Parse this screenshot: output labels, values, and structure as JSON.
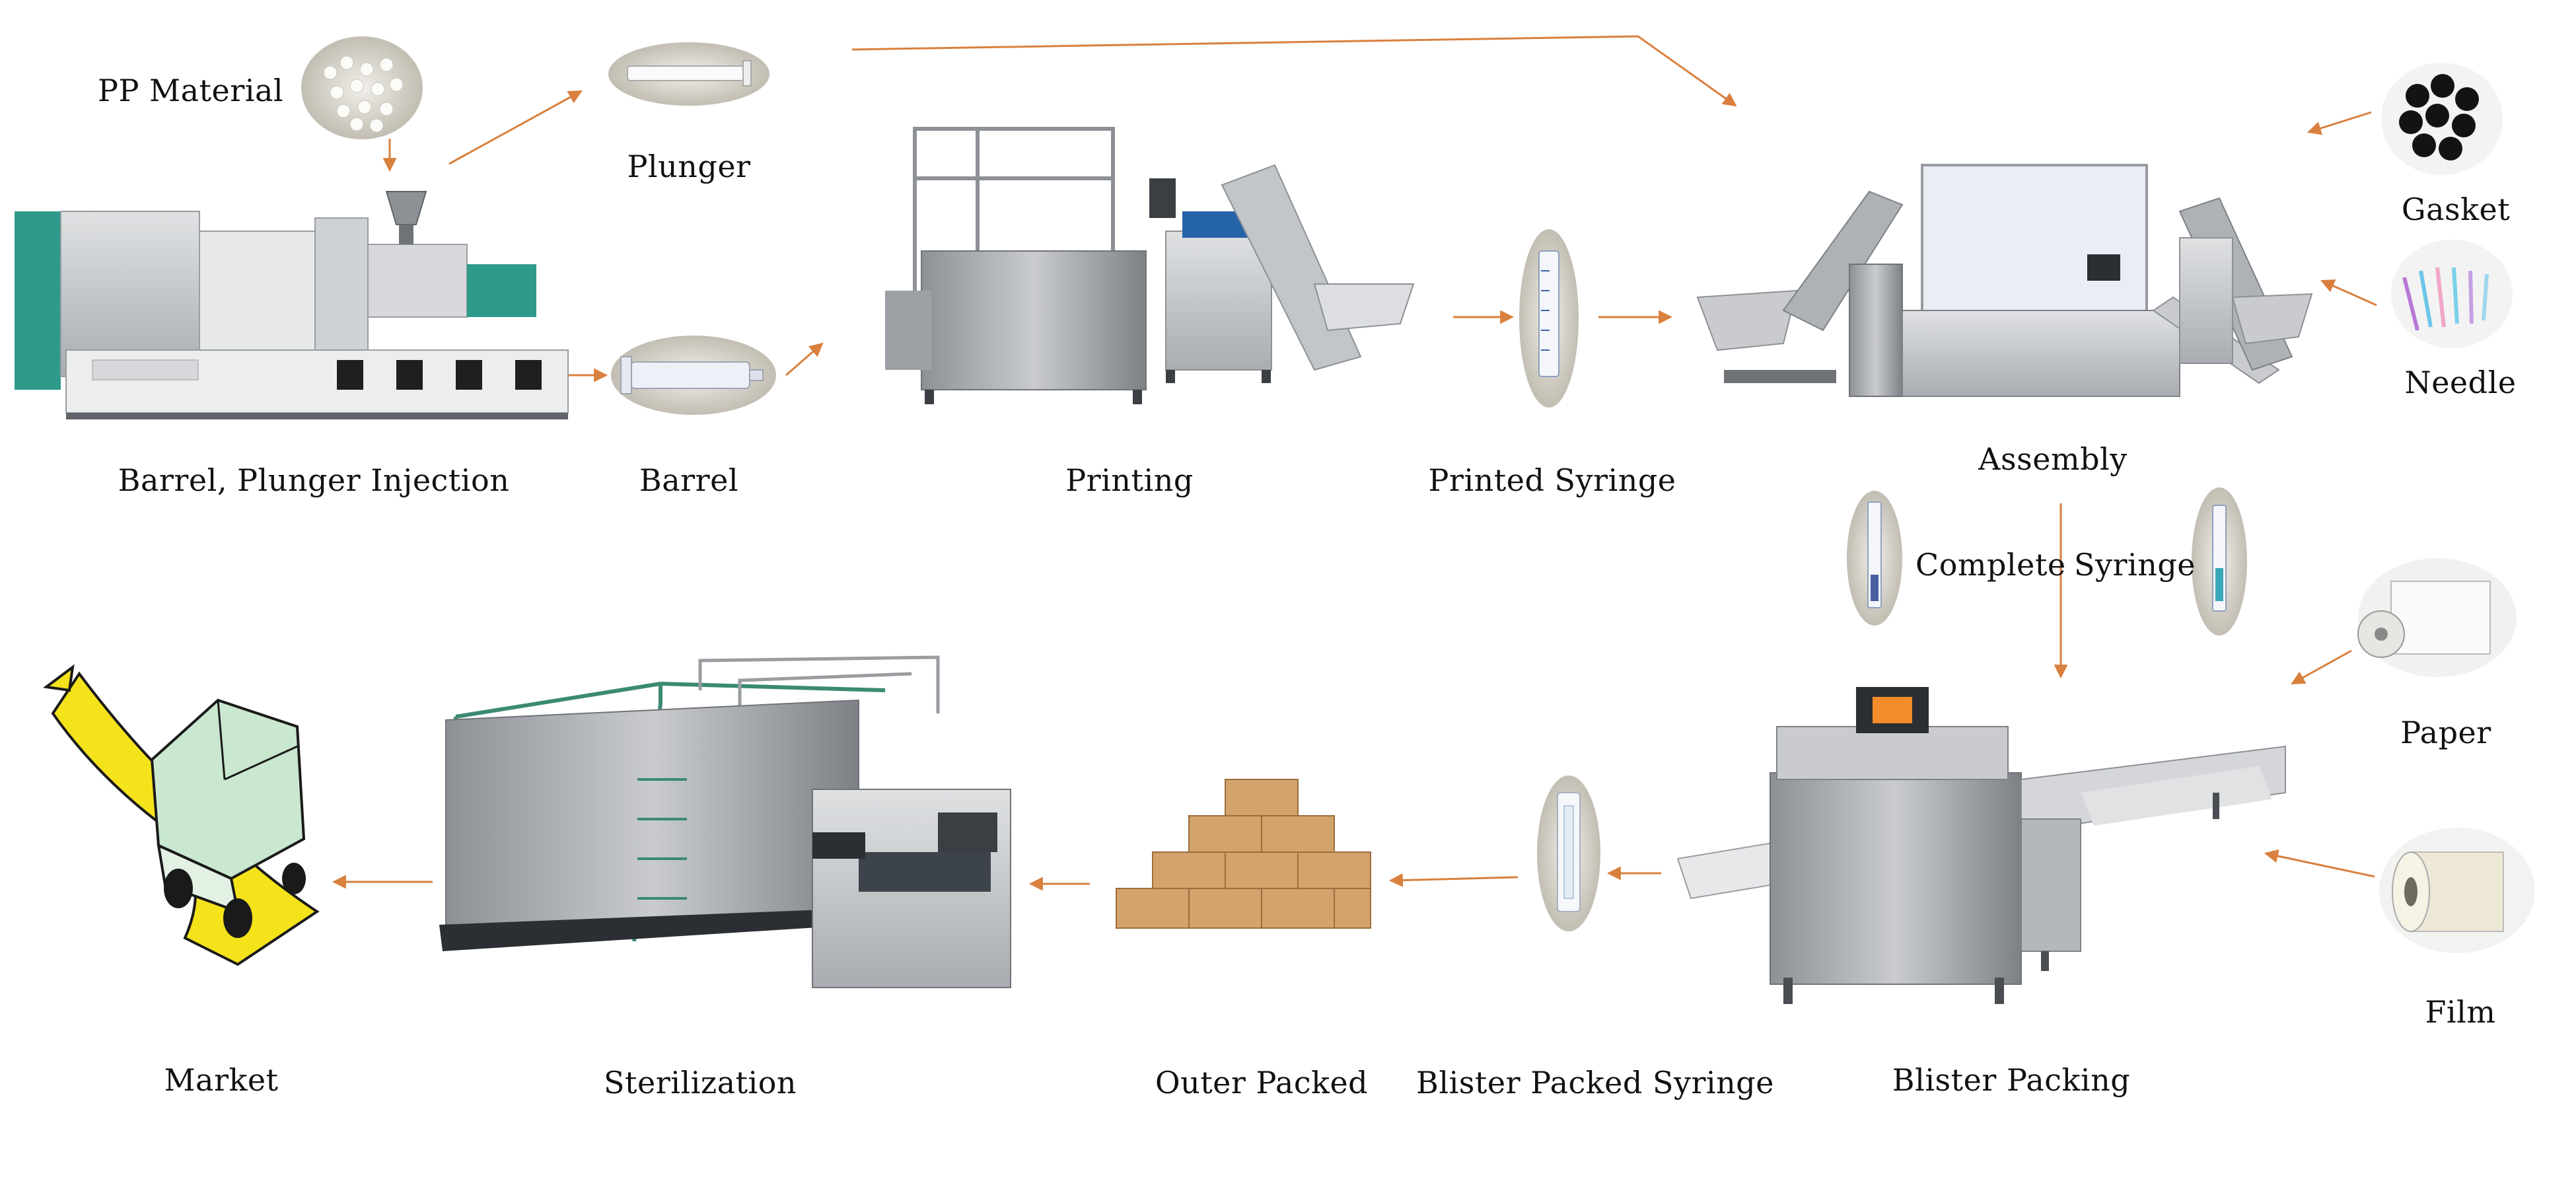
{
  "colors": {
    "arrow": "#d9803e",
    "machine": "#b9bcc0",
    "machine_dark": "#6f7378",
    "accent_green": "#2e9a8a",
    "box": "#d2a36c",
    "truck": "#c9e8cf",
    "road": "#f4e21b"
  },
  "labels": {
    "pp_material": "PP Material",
    "plunger": "Plunger",
    "barrel_plunger_injection": "Barrel, Plunger Injection",
    "barrel": "Barrel",
    "printing": "Printing",
    "printed_syringe": "Printed Syringe",
    "assembly": "Assembly",
    "gasket": "Gasket",
    "needle": "Needle",
    "complete": "Complete",
    "syringe": "Syringe",
    "paper": "Paper",
    "film": "Film",
    "blister_packing": "Blister Packing",
    "blister_packed_syringe": "Blister Packed Syringe",
    "outer_packed": "Outer Packed",
    "sterilization": "Sterilization",
    "market": "Market"
  }
}
